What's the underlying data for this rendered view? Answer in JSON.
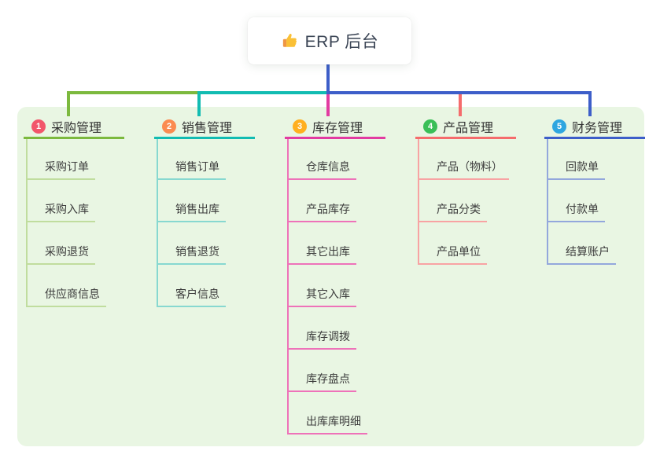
{
  "root": {
    "title": "ERP 后台",
    "icon": "thumbs-up"
  },
  "colors": {
    "panel_bg": "#e9f6e3",
    "root_stem": "#3d5ec9",
    "title_color": "#3a4454",
    "node_text": "#3c3c3c"
  },
  "branches": [
    {
      "index": "1",
      "label": "采购管理",
      "badge_color": "#f2566b",
      "line_color": "#7cb93e",
      "sub_line_color": "#c0dd9e",
      "children": [
        "采购订单",
        "采购入库",
        "采购退货",
        "供应商信息"
      ]
    },
    {
      "index": "2",
      "label": "销售管理",
      "badge_color": "#fb8b51",
      "line_color": "#12bcb2",
      "sub_line_color": "#87d8d0",
      "children": [
        "销售订单",
        "销售出库",
        "销售退货",
        "客户信息"
      ]
    },
    {
      "index": "3",
      "label": "库存管理",
      "badge_color": "#ffaf1f",
      "line_color": "#e23ba1",
      "sub_line_color": "#ee72b9",
      "children": [
        "仓库信息",
        "产品库存",
        "其它出库",
        "其它入库",
        "库存调拨",
        "库存盘点",
        "出库库明细"
      ]
    },
    {
      "index": "4",
      "label": "产品管理",
      "badge_color": "#3abf57",
      "line_color": "#f56c6c",
      "sub_line_color": "#f8a3a3",
      "children": [
        "产品（物料）",
        "产品分类",
        "产品单位"
      ]
    },
    {
      "index": "5",
      "label": "财务管理",
      "badge_color": "#2ea6e0",
      "line_color": "#3d5ec9",
      "sub_line_color": "#93a7dc",
      "children": [
        "回款单",
        "付款单",
        "结算账户"
      ]
    }
  ]
}
